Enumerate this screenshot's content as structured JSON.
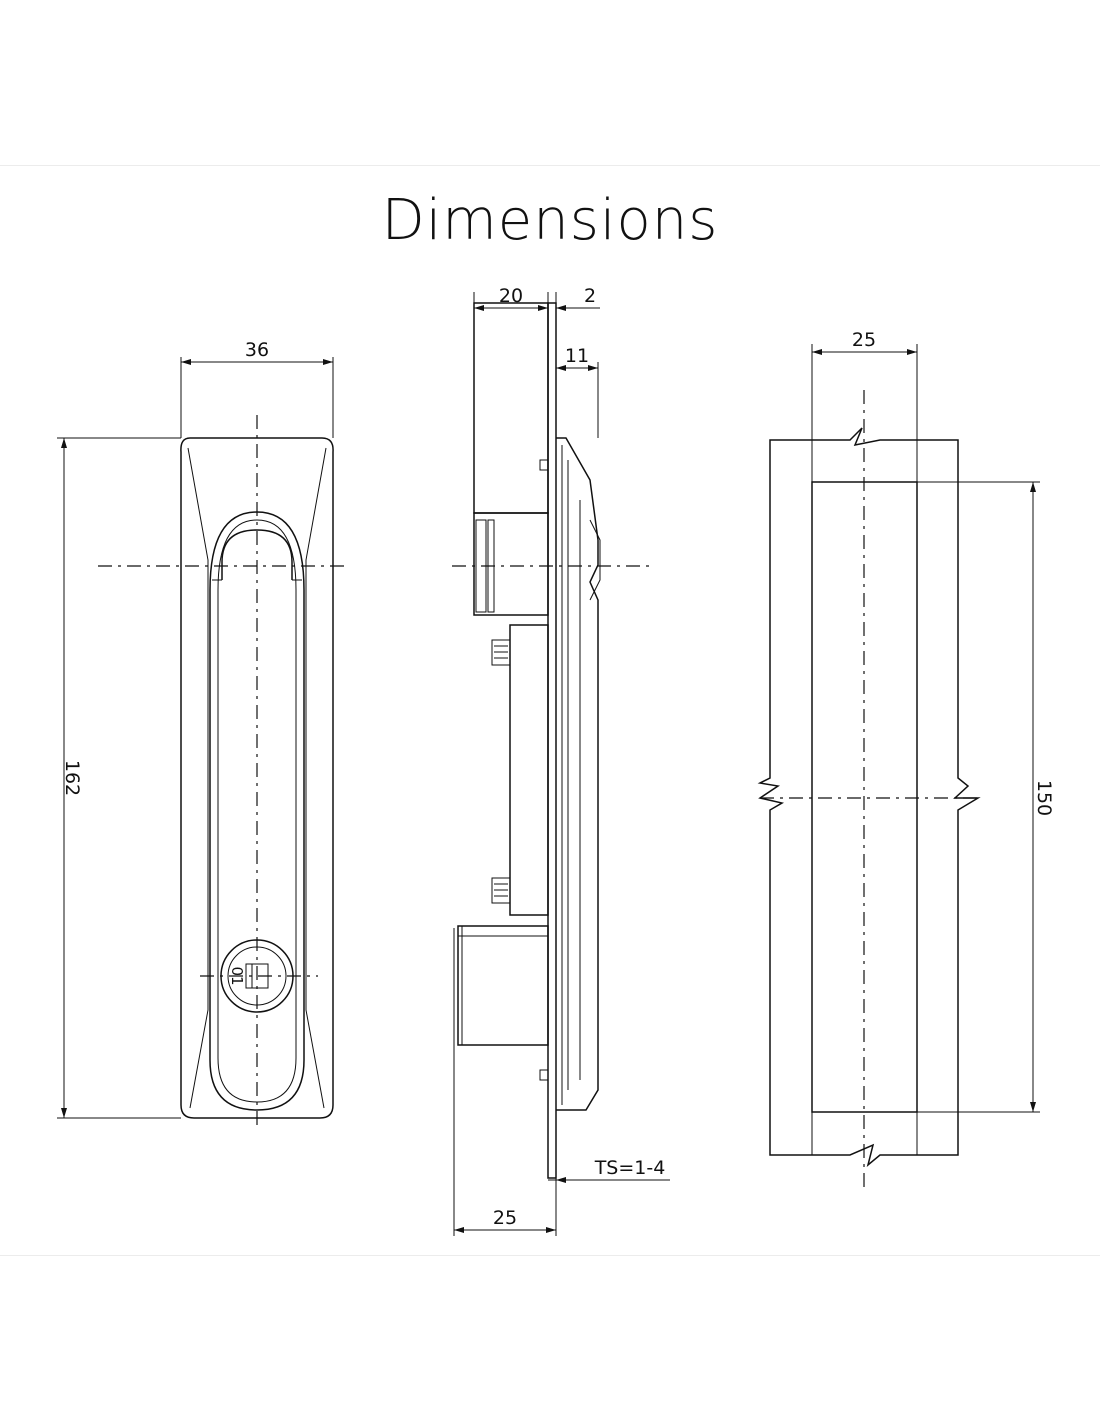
{
  "title": "Dimensions",
  "front_view": {
    "width_label": "36",
    "height_label": "162",
    "key_label": "01"
  },
  "side_view": {
    "depth_label": "20",
    "plate_label": "2",
    "handle_label": "11",
    "body_label": "25",
    "ts_label": "TS=1-4"
  },
  "cutout_view": {
    "width_label": "25",
    "height_label": "150"
  }
}
